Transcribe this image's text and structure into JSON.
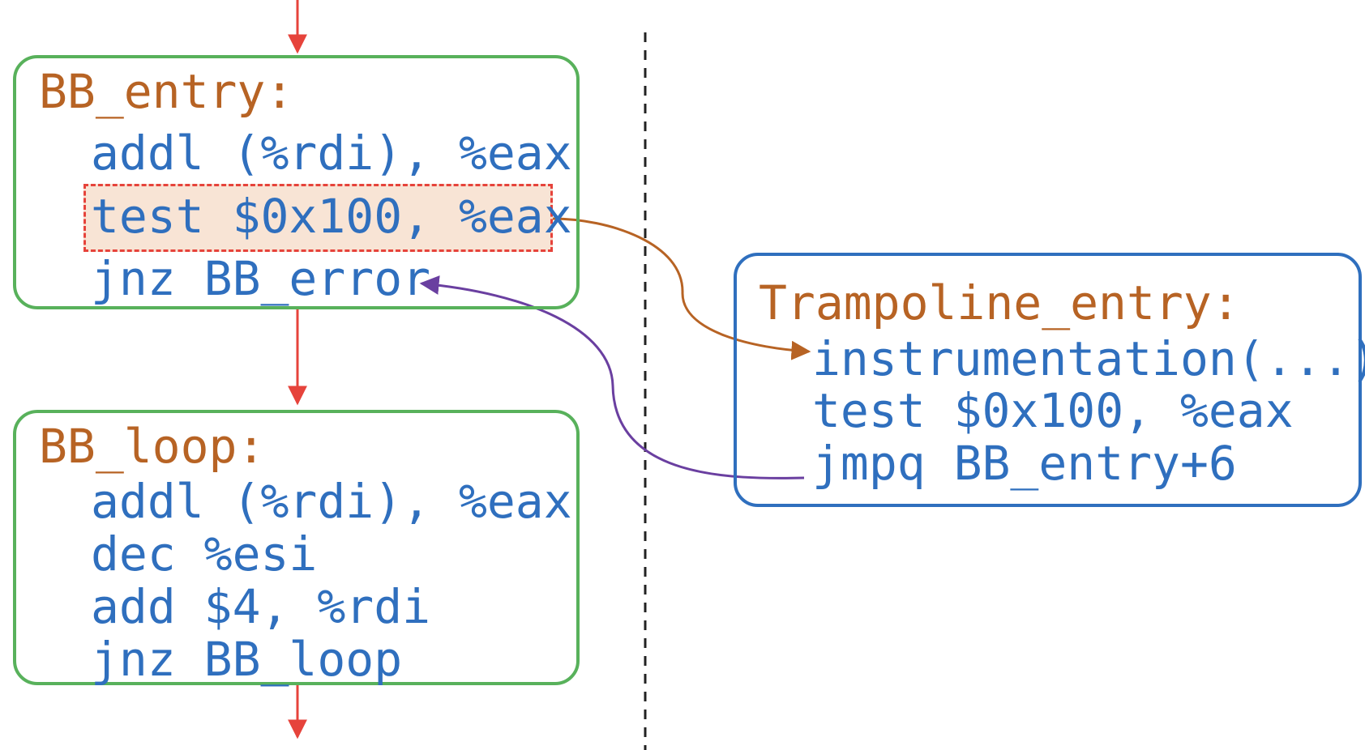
{
  "diagram": {
    "entry_block": {
      "label": "BB_entry:",
      "instructions": [
        "addl (%rdi), %eax",
        "test $0x100, %eax",
        "jnz BB_error"
      ]
    },
    "loop_block": {
      "label": "BB_loop:",
      "instructions": [
        "addl (%rdi), %eax",
        "dec %esi",
        "add $4, %rdi",
        "jnz BB_loop"
      ]
    },
    "trampoline_block": {
      "label": "Trampoline_entry:",
      "instructions": [
        "instrumentation(...)",
        "test $0x100, %eax",
        "jmpq BB_entry+6"
      ]
    },
    "colors": {
      "green_box": "#58b15b",
      "blue_box": "#2f6fbe",
      "label_text": "#b76324",
      "instruction_text": "#2f6fbe",
      "red_arrow": "#e6433b",
      "orange_arrow": "#b76324",
      "purple_arrow": "#6a3fa0",
      "highlight_fill": "#f8e4d5",
      "divider": "#222222"
    }
  }
}
